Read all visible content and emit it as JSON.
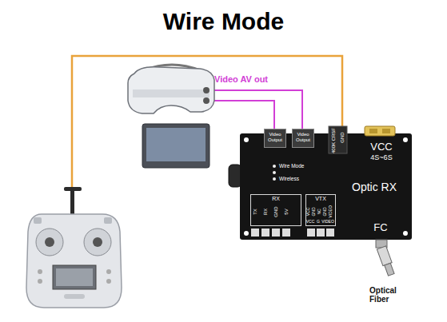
{
  "diagram": {
    "title": "Wire Mode",
    "nodes": [
      {
        "text": [
          "Optic RX"
        ]
      },
      {
        "text": [
          "Video Output"
        ],
        "in": 0
      },
      {
        "text": [
          "Video Output"
        ],
        "in": 0
      },
      {
        "text": [
          "RX"
        ],
        "in": 0
      },
      {
        "text": [
          "VTX"
        ],
        "in": 0
      }
    ],
    "labels": [
      "Video AV out",
      "400K CRSF",
      "GND",
      "Wire Mode",
      "Wireless",
      "VCC",
      "4S~6S",
      "TX",
      "RX",
      "GND",
      "5V",
      "VCC",
      "GND",
      "NC",
      "GND",
      "VIDEO",
      "VCC",
      "G",
      "VIDEO",
      "FC",
      "Optical Fiber"
    ]
  }
}
